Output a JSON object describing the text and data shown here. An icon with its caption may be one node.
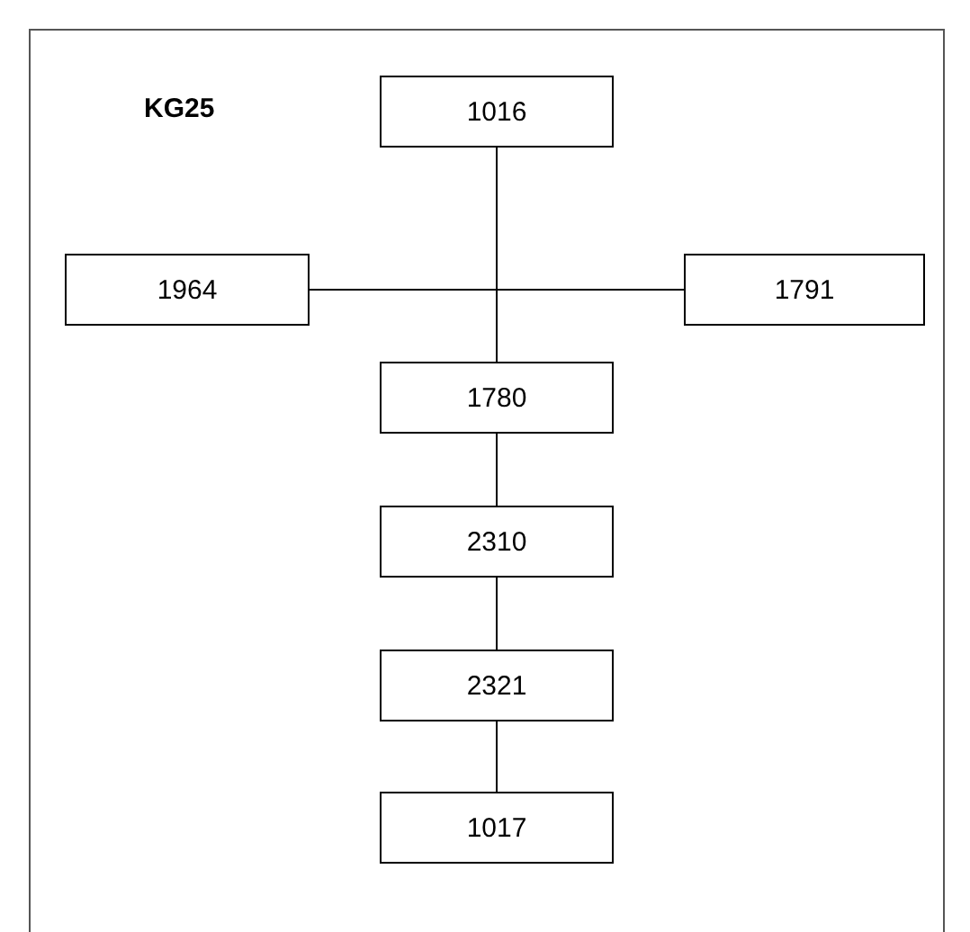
{
  "diagram": {
    "nodes": [
      {
        "text": [
          "1016"
        ]
      },
      {
        "text": [
          "1964"
        ]
      },
      {
        "text": [
          "1791"
        ]
      },
      {
        "text": [
          "1780"
        ]
      },
      {
        "text": [
          "2310"
        ]
      },
      {
        "text": [
          "2321"
        ]
      },
      {
        "text": [
          "1017"
        ]
      }
    ],
    "edges": [
      {
        "from": 0,
        "to": 3,
        "arrow": "none"
      },
      {
        "from": 1,
        "to": 3,
        "arrow": "none"
      },
      {
        "from": 2,
        "to": 3,
        "arrow": "none"
      },
      {
        "from": 3,
        "to": 4,
        "arrow": "none"
      },
      {
        "from": 4,
        "to": 5,
        "arrow": "none"
      },
      {
        "from": 5,
        "to": 6,
        "arrow": "none"
      }
    ],
    "labels": [
      "KG25"
    ]
  }
}
